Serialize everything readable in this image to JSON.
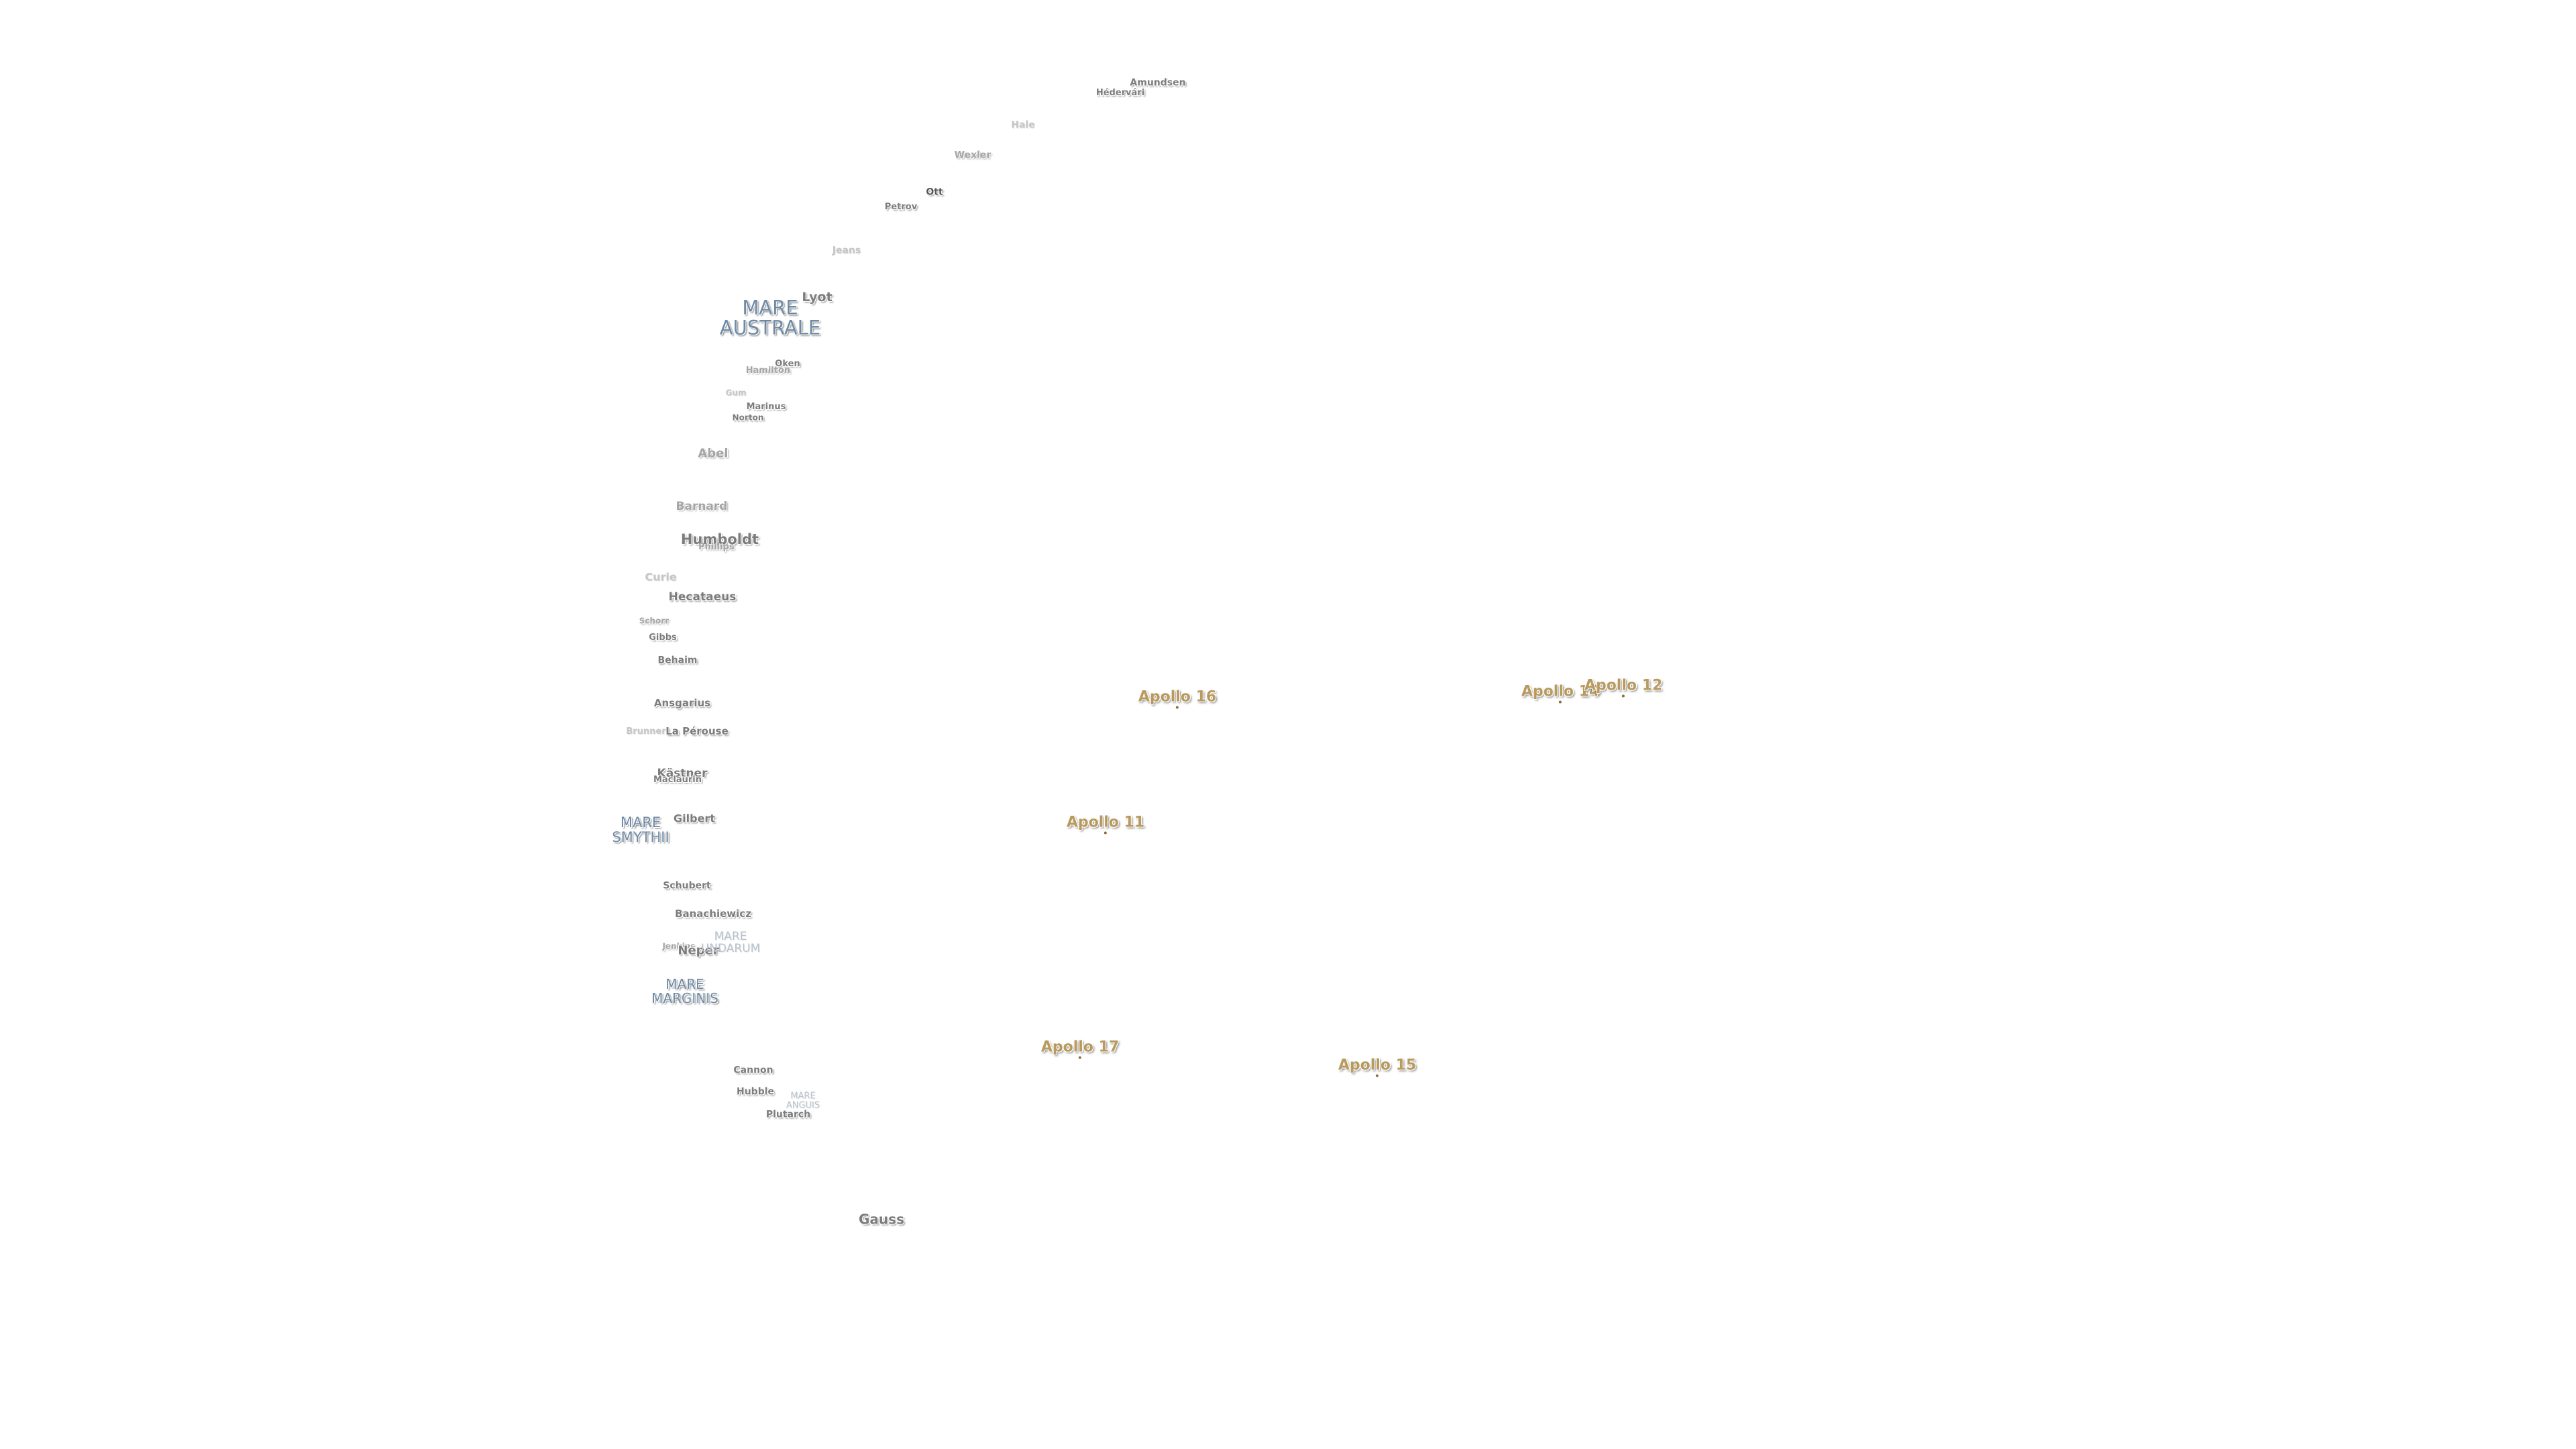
{
  "map": {
    "accent_colors": {
      "crater_label": "#7c7c7c",
      "mare_label": "#6f8aa6",
      "apollo_label": "#b89a5e",
      "background": "#ffffff"
    },
    "craters": [
      "Amundsen",
      "Hédervári",
      "Hale",
      "Wexler",
      "Ott",
      "Petrov",
      "Jeans",
      "Lyot",
      "Oken",
      "Hamilton",
      "Gum",
      "Marinus",
      "Norton",
      "Abel",
      "Barnard",
      "Humboldt",
      "Phillips",
      "Curie",
      "Hecataeus",
      "Schorr",
      "Gibbs",
      "Behaim",
      "Ansgarius",
      "Brunner",
      "La Pérouse",
      "Kästner",
      "Maclaurin",
      "Gilbert",
      "Schubert",
      "Banachiewicz",
      "Jenkins",
      "Neper",
      "Cannon",
      "Hubble",
      "Plutarch",
      "Gauss"
    ],
    "maria": [
      "MARE\nAUSTRALE",
      "MARE\nSMYTHII",
      "MARE\nUNDARUM",
      "MARE\nMARGINIS",
      "MARE\nANGUIS"
    ],
    "apollo_sites": [
      "Apollo 16",
      "Apollo 14",
      "Apollo 12",
      "Apollo 11",
      "Apollo 17",
      "Apollo 15"
    ]
  }
}
